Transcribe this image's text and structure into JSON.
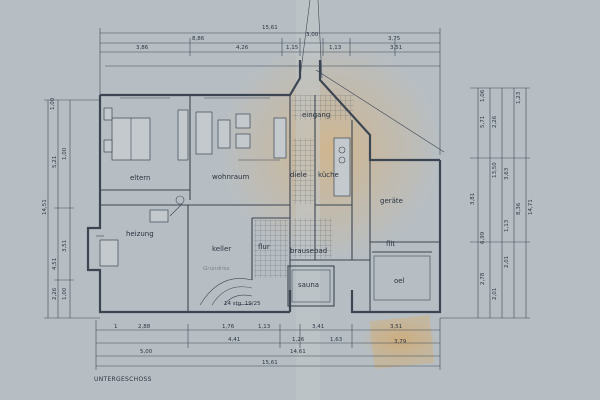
{
  "title": "UNTERGESCHOSS",
  "rooms": {
    "eltern": "eltern",
    "wohnraum": "wohnraum",
    "eingang": "eingang",
    "diele": "diele",
    "kuche": "küche",
    "gerate": "geräte",
    "heizung": "heizung",
    "keller": "keller",
    "flur": "flur",
    "brausebad": "brausebad",
    "sauna": "sauna",
    "oel": "oel",
    "flit": "flit"
  },
  "stair_note": "14 stg. 19/25",
  "faint_note": "Grundriss",
  "top_dims": [
    "15,61",
    "8,86",
    "3,75",
    "3,86",
    "4,26",
    "1,15",
    "3,00",
    "1,13",
    "3,51"
  ],
  "bottom_dims": [
    "1",
    "2,88",
    "1,76",
    "1,13",
    "3,41",
    "3,51",
    "4,41",
    "1,26",
    "1,63",
    "5,00",
    "3,79",
    "14,61",
    "15,61"
  ],
  "left_dims": [
    "1,00",
    "5,21",
    "3,51",
    "1,00",
    "4,51",
    "14,51",
    "2,26",
    "1,00"
  ],
  "right_dims": [
    "1,06",
    "5,71",
    "2,26",
    "3,81",
    "6,99",
    "2,78",
    "2,01",
    "1,13",
    "2,01",
    "3,63",
    "8,36",
    "14,71",
    "13,50",
    "1,23"
  ],
  "colors": {
    "paper": "#b7bec3",
    "ink": "#3c4552",
    "stain": "#d2b68b"
  }
}
